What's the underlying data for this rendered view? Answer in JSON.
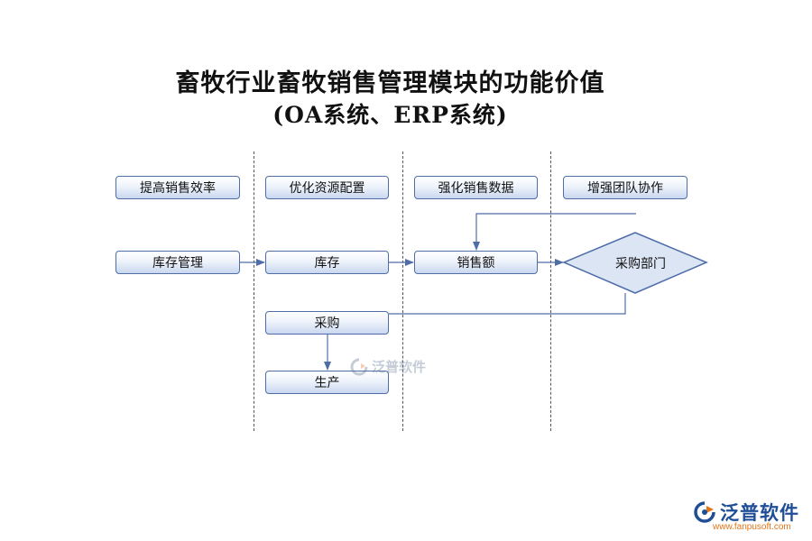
{
  "title": {
    "line1": "畜牧行业畜牧销售管理模块的功能价值",
    "line2": "(OA系统、ERP系统)"
  },
  "headers": {
    "col1": "提高销售效率",
    "col2": "优化资源配置",
    "col3": "强化销售数据",
    "col4": "增强团队协作"
  },
  "nodes": {
    "inventory_mgmt": "库存管理",
    "inventory": "库存",
    "sales_amount": "销售额",
    "purchasing_dept": "采购部门",
    "purchasing": "采购",
    "production": "生产"
  },
  "watermark": {
    "text": "泛普软件"
  },
  "logo": {
    "text": "泛普软件",
    "url": "www.fanpusoft.com"
  },
  "colors": {
    "box_border": "#4f6ea8",
    "arrow": "#4f6ea8",
    "logo_blue": "#1f4e96",
    "logo_orange": "#e2761a"
  }
}
